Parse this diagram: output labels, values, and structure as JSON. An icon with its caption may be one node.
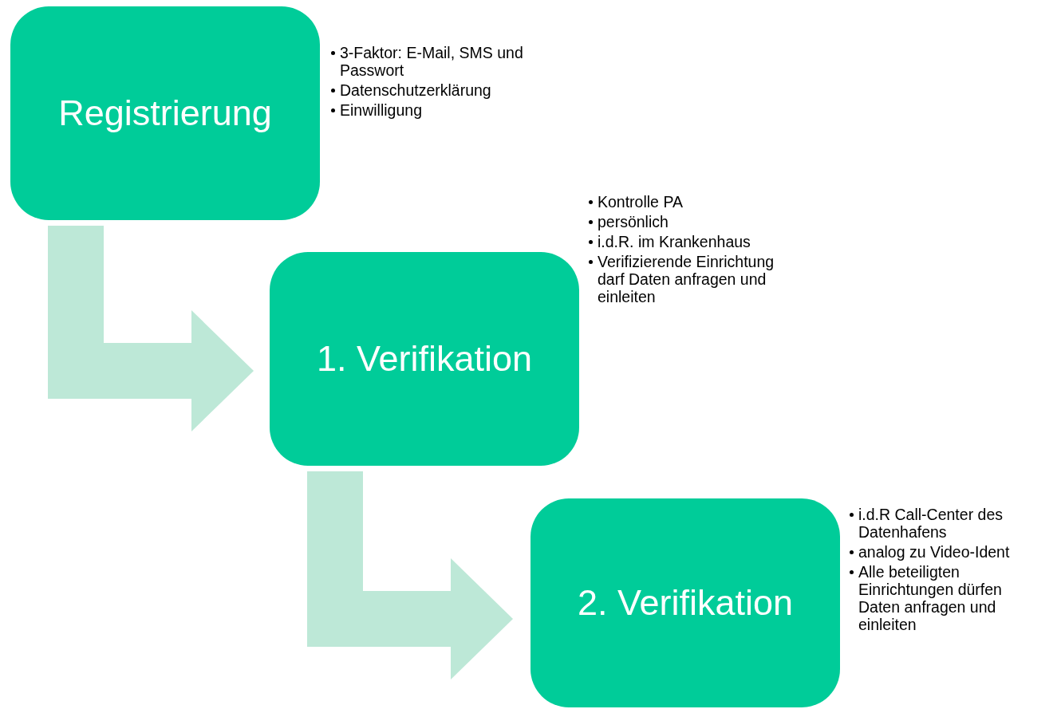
{
  "diagram": {
    "nodes": [
      {
        "text": [
          "Registrierung"
        ],
        "beside": [
          "3-Faktor: E-Mail, SMS und Passwort",
          "Datenschutzerklärung",
          "Einwilligung"
        ]
      },
      {
        "text": [
          "1. Verifikation"
        ],
        "beside": [
          "Kontrolle PA",
          "persönlich",
          "i.d.R. im Krankenhaus",
          "Verifizierende Einrichtung darf Daten anfragen und einleiten"
        ]
      },
      {
        "text": [
          "2. Verifikation"
        ],
        "beside": [
          "i.d.R Call-Center des Datenhafens",
          "analog zu Video-Ident",
          "Alle beteiligten Einrichtungen dürfen Daten anfragen und einleiten"
        ]
      }
    ],
    "edges": [
      {
        "from": 0,
        "to": 1,
        "arrow": "to"
      },
      {
        "from": 1,
        "to": 2,
        "arrow": "to"
      }
    ]
  }
}
